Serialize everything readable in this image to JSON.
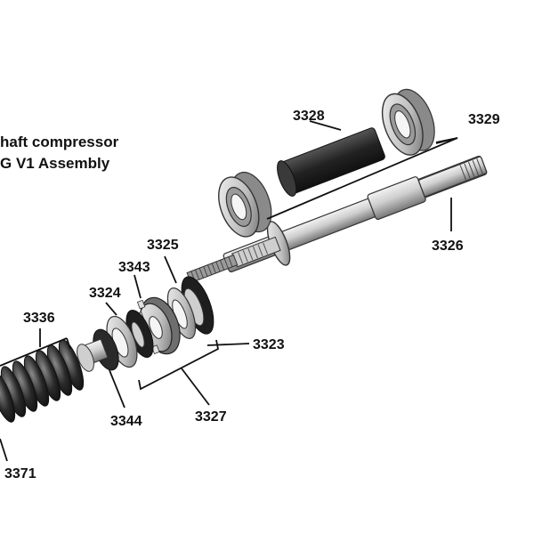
{
  "title": {
    "line1": "haft compressor",
    "line2": "G V1 Assembly"
  },
  "callouts": {
    "c3328": "3328",
    "c3329": "3329",
    "c3326": "3326",
    "c3325": "3325",
    "c3343": "3343",
    "c3324": "3324",
    "c3336": "3336",
    "c3323": "3323",
    "c3344": "3344",
    "c3327": "3327",
    "c3371": "3371"
  },
  "colors": {
    "ink": "#111111",
    "metal_light": "#e6e6e6",
    "metal_mid": "#b9b9b9",
    "metal_dark": "#6d6d6d",
    "sleeve": "#2b2b2b"
  }
}
